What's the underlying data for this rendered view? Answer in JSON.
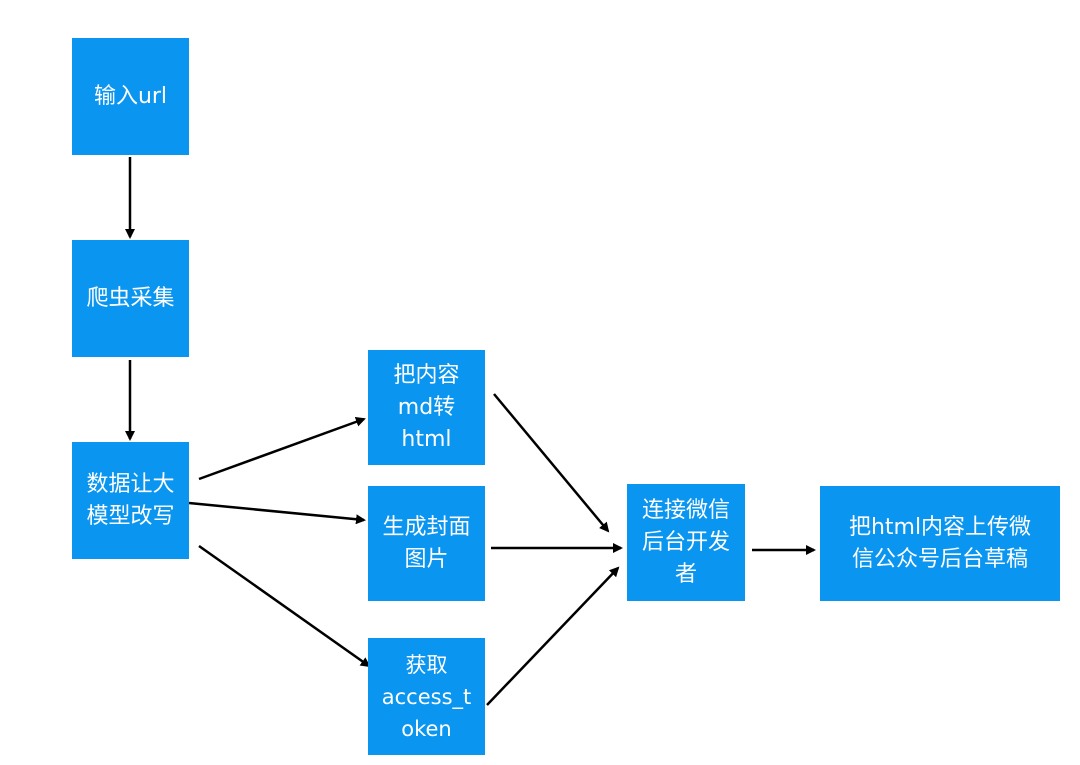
{
  "nodes": {
    "input_url": "输入url",
    "crawler": "爬虫采集",
    "rewrite": "数据让大\n模型改写",
    "md_to_html": "把内容\nmd转\nhtml",
    "cover": "生成封面\n图片",
    "access_token": "获取\naccess_t\noken",
    "connect_wechat": "连接微信\n后台开发\n者",
    "upload_draft": "把html内容上传微\n信公众号后台草稿"
  },
  "colors": {
    "node_fill": "#0a95f0",
    "node_text": "#ffffff",
    "arrow": "#000000"
  }
}
